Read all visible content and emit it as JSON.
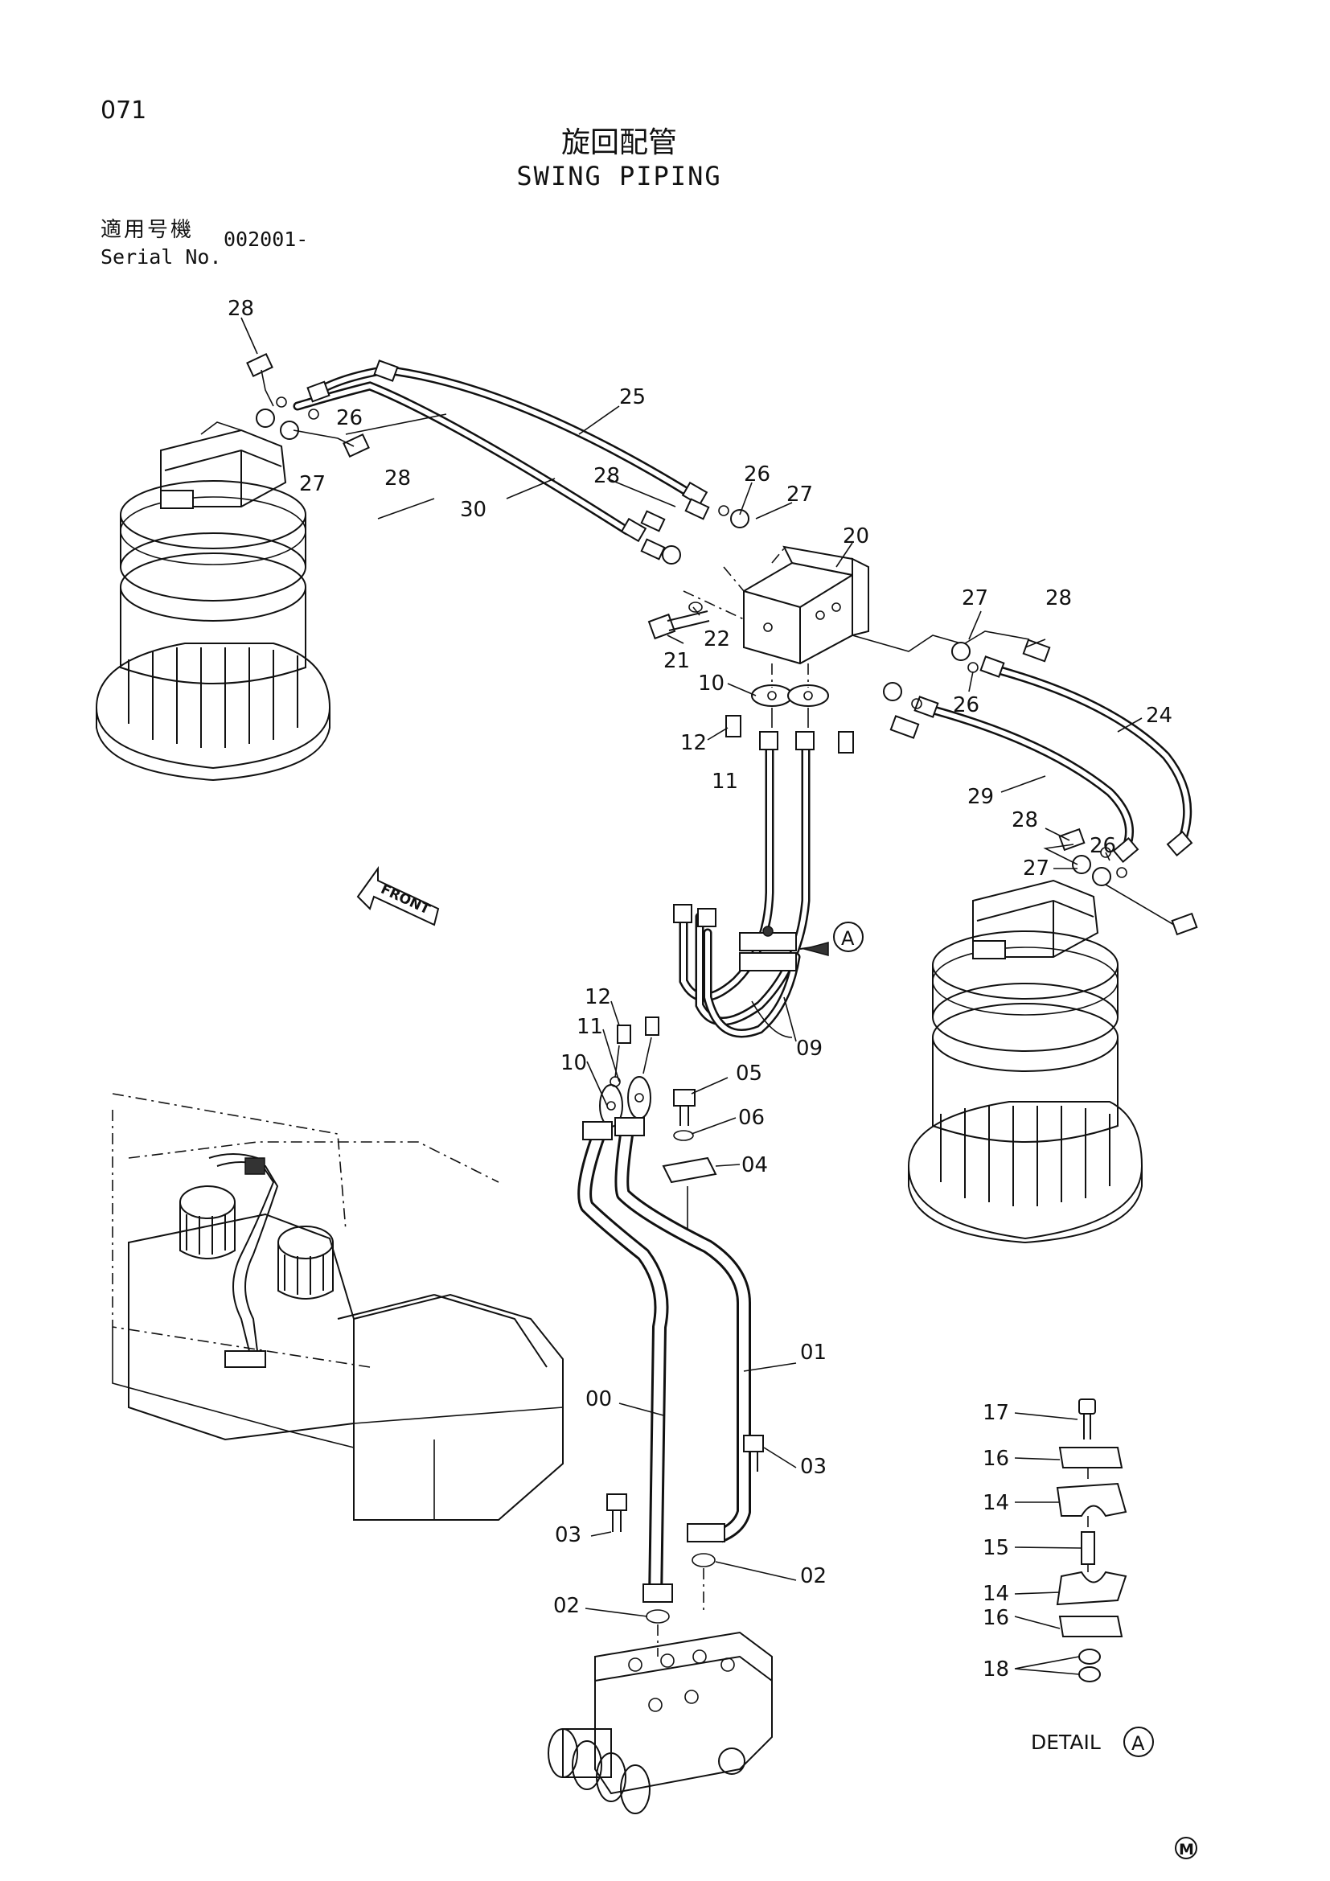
{
  "page": {
    "number": "071",
    "title_jp": "旋回配管",
    "title_en": "SWING PIPING"
  },
  "serial": {
    "label_jp": "適用号機",
    "label_en": "Serial No.",
    "value": "002001-"
  },
  "front_label": "FRONT",
  "detail": {
    "label": "DETAIL",
    "ref": "A"
  },
  "callout_ref": "A",
  "mark": "M",
  "parts": {
    "p00": "00",
    "p01": "01",
    "p02a": "02",
    "p02b": "02",
    "p03a": "03",
    "p03b": "03",
    "p04": "04",
    "p05": "05",
    "p06": "06",
    "p09": "09",
    "p10a": "10",
    "p10b": "10",
    "p11a": "11",
    "p11b": "11",
    "p12a": "12",
    "p12b": "12",
    "p14a": "14",
    "p14b": "14",
    "p15": "15",
    "p16a": "16",
    "p16b": "16",
    "p17": "17",
    "p18": "18",
    "p20": "20",
    "p21": "21",
    "p22": "22",
    "p24": "24",
    "p25": "25",
    "p26a": "26",
    "p26b": "26",
    "p26c": "26",
    "p26d": "26",
    "p27a": "27",
    "p27b": "27",
    "p27c": "27",
    "p27d": "27",
    "p28a": "28",
    "p28b": "28",
    "p28c": "28",
    "p28d": "28",
    "p28e": "28",
    "p29": "29",
    "p30": "30"
  }
}
